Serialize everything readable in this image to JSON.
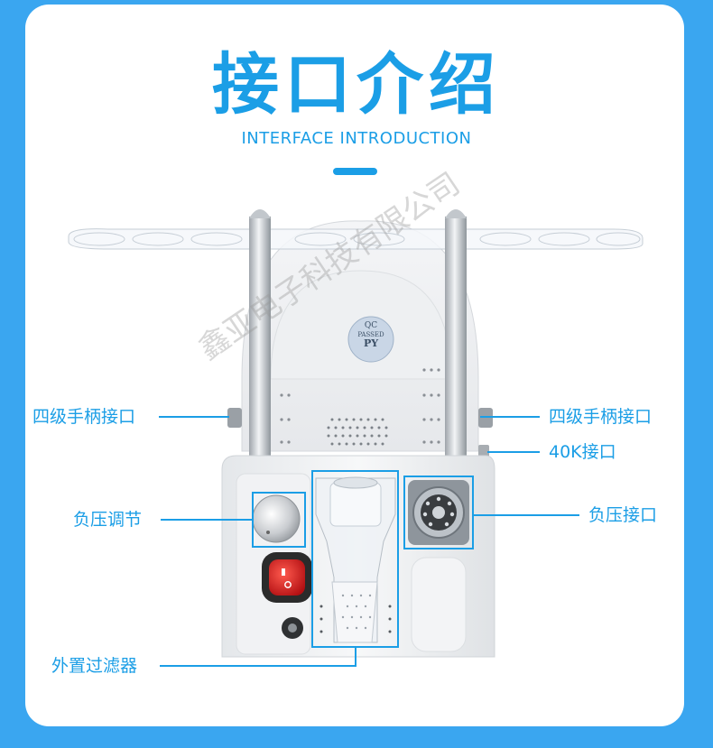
{
  "header": {
    "title": "接口介绍",
    "subtitle": "INTERFACE INTRODUCTION"
  },
  "product": {
    "sticker_line1": "QC",
    "sticker_line2": "PASSED",
    "sticker_line3": "PY",
    "watermark": "鑫亚电子科技有限公司"
  },
  "callouts": {
    "left_handle_port": "四级手柄接口",
    "negative_pressure_adjust": "负压调节",
    "external_filter": "外置过滤器",
    "right_handle_port": "四级手柄接口",
    "port_40k": "40K接口",
    "negative_pressure_port": "负压接口"
  },
  "colors": {
    "accent": "#1b9ee6",
    "background": "#3aa6f0",
    "card": "#ffffff",
    "switch_red": "#d81e1e"
  }
}
